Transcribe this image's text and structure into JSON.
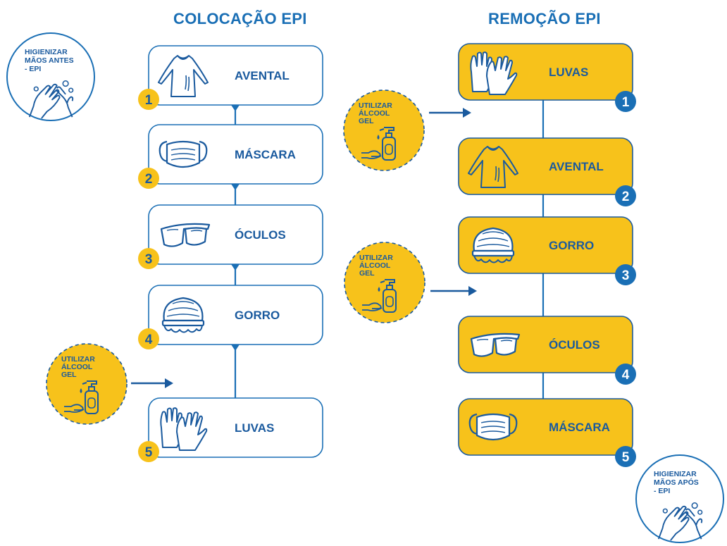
{
  "colors": {
    "blue": "#1a6fb5",
    "dark_blue": "#1a5a9e",
    "yellow": "#f7c21b",
    "white": "#ffffff"
  },
  "colocacao": {
    "title": "COLOCAÇÃO EPI",
    "steps": [
      {
        "number": "1",
        "label": "AVENTAL",
        "icon": "gown-icon"
      },
      {
        "number": "2",
        "label": "MÁSCARA",
        "icon": "mask-icon"
      },
      {
        "number": "3",
        "label": "ÓCULOS",
        "icon": "goggles-icon"
      },
      {
        "number": "4",
        "label": "GORRO",
        "icon": "cap-icon"
      },
      {
        "number": "5",
        "label": "LUVAS",
        "icon": "gloves-icon"
      }
    ]
  },
  "remocao": {
    "title": "REMOÇÃO EPI",
    "steps": [
      {
        "number": "1",
        "label": "LUVAS",
        "icon": "gloves-icon"
      },
      {
        "number": "2",
        "label": "AVENTAL",
        "icon": "gown-icon"
      },
      {
        "number": "3",
        "label": "GORRO",
        "icon": "cap-icon"
      },
      {
        "number": "4",
        "label": "ÓCULOS",
        "icon": "goggles-icon"
      },
      {
        "number": "5",
        "label": "MÁSCARA",
        "icon": "mask-icon"
      }
    ]
  },
  "hygiene_before": {
    "lines": [
      "HIGIENIZAR",
      "MÃOS ANTES",
      "- EPI"
    ],
    "icon": "handwash-icon"
  },
  "hygiene_after": {
    "lines": [
      "HIGIENIZAR",
      "MÃOS APÓS",
      "- EPI"
    ],
    "icon": "handwash-icon"
  },
  "alcohol_gel": {
    "lines": [
      "UTILIZAR",
      "ÁLCOOL",
      "GEL"
    ],
    "icon": "sanitizer-icon"
  }
}
